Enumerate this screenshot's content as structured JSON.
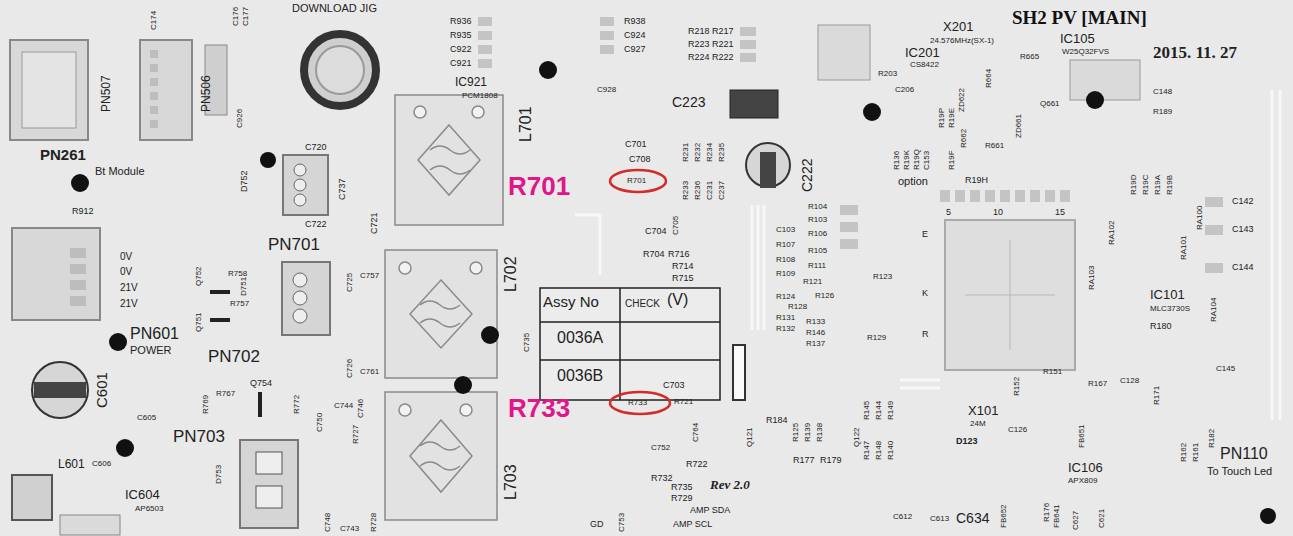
{
  "diagram": {
    "title": "SH2 PV [MAIN]",
    "labels": [
      "C174",
      "C176",
      "C177",
      "DOWNLOAD JIG",
      "R936",
      "R935",
      "C922",
      "C921",
      "R938",
      "C924",
      "C927",
      "IC921",
      "PCM1808",
      "C928",
      "R218",
      "R217",
      "R223",
      "R221",
      "R224",
      "R222",
      "X201",
      "24.576MHz(SX-1)",
      "IC201",
      "CS8422",
      "R203",
      "C206",
      "C223",
      "2015. 11. 27",
      "R665",
      "ZD622",
      "R664",
      "R662",
      "ZD661",
      "Q661",
      "R661",
      "IC105",
      "W25Q32FVS",
      "C148",
      "R189",
      "PN507",
      "PN506",
      "C926",
      "PN261",
      "Bt Module",
      "R912",
      "C720",
      "C737",
      "C721",
      "C722",
      "D752",
      "PN701",
      "L701",
      "C701",
      "C708",
      "R701",
      "R701",
      "C705",
      "C704",
      "R704",
      "R716",
      "R714",
      "R715",
      "R231",
      "R232",
      "R234",
      "R235",
      "R233",
      "R236",
      "C231",
      "C237",
      "C222",
      "R136",
      "R19K",
      "R19Q",
      "C153",
      "R19P",
      "R19E",
      "R19F",
      "option",
      "R19H",
      "5",
      "10",
      "15",
      "R19D",
      "R19C",
      "R19A",
      "R19B",
      "RA103",
      "RA102",
      "RA101",
      "RA100",
      "C142",
      "C143",
      "C144",
      "IC101",
      "MLC3730S",
      "RA104",
      "R180",
      "C103",
      "R104",
      "R103",
      "R106",
      "R107",
      "R105",
      "R108",
      "R111",
      "R109",
      "R121",
      "R126",
      "R124",
      "R128",
      "R123",
      "R131",
      "R132",
      "R133",
      "R146",
      "R137",
      "R129",
      "E",
      "K",
      "R",
      "L702",
      "Assy No",
      "CHECK",
      "(V)",
      "0036A",
      "0036B",
      "C735",
      "C703",
      "0V",
      "0V",
      "21V",
      "21V",
      "PN601",
      "POWER",
      "R758",
      "Q752",
      "D751",
      "R757",
      "Q751",
      "PN702",
      "C725",
      "C757",
      "C726",
      "C761",
      "C601",
      "R769",
      "R767",
      "Q754",
      "R772",
      "C605",
      "PN703",
      "L601",
      "C606",
      "D753",
      "IC604",
      "AP6503",
      "C750",
      "C744",
      "C746",
      "R727",
      "C748",
      "R728",
      "C743",
      "R733",
      "R733",
      "R721",
      "C764",
      "C752",
      "R722",
      "R732",
      "R735",
      "R729",
      "Rev 2.0",
      "AMP SDA",
      "GD",
      "AMP SCL",
      "L703",
      "C753",
      "R125",
      "R139",
      "R138",
      "R184",
      "Q121",
      "Q122",
      "R177",
      "R179",
      "R145",
      "R144",
      "R149",
      "R147",
      "R148",
      "R140",
      "D123",
      "X101",
      "24M",
      "C126",
      "R152",
      "R151",
      "R167",
      "C128",
      "R171",
      "C145",
      "R182",
      "FB651",
      "IC106",
      "APX809",
      "R162",
      "R161",
      "PN110",
      "To Touch Led",
      "R176",
      "FB652",
      "FB641",
      "C612",
      "C613",
      "C634",
      "C627",
      "C621"
    ]
  }
}
